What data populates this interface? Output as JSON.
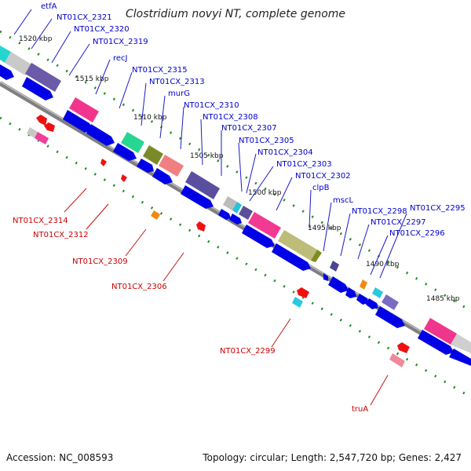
{
  "title": "Clostridium novyi NT, complete genome",
  "footer": {
    "accession": "Accession: NC_008593",
    "summary": "Topology: circular; Length: 2,547,720 bp; Genes: 2,427"
  },
  "ticks": [
    {
      "label": "1520 kbp"
    },
    {
      "label": "1515 kbp"
    },
    {
      "label": "1510 kbp"
    },
    {
      "label": "1505 kbp"
    },
    {
      "label": "1500 kbp"
    },
    {
      "label": "1495 kbp"
    },
    {
      "label": "1490 kbp"
    },
    {
      "label": "1485 kbp"
    }
  ],
  "labels_top": [
    {
      "text": "etfA"
    },
    {
      "text": "NT01CX_2321"
    },
    {
      "text": "NT01CX_2320"
    },
    {
      "text": "NT01CX_2319"
    },
    {
      "text": "recJ"
    },
    {
      "text": "NT01CX_2315"
    },
    {
      "text": "NT01CX_2313"
    },
    {
      "text": "murG"
    },
    {
      "text": "NT01CX_2310"
    },
    {
      "text": "NT01CX_2308"
    },
    {
      "text": "NT01CX_2307"
    },
    {
      "text": "NT01CX_2305"
    },
    {
      "text": "NT01CX_2304"
    },
    {
      "text": "NT01CX_2303"
    },
    {
      "text": "NT01CX_2302"
    },
    {
      "text": "clpB"
    },
    {
      "text": "mscL"
    },
    {
      "text": "NT01CX_2298"
    },
    {
      "text": "NT01CX_2297"
    },
    {
      "text": "NT01CX_2296"
    },
    {
      "text": "NT01CX_2295"
    }
  ],
  "labels_bottom": [
    {
      "text": "NT01CX_2314"
    },
    {
      "text": "NT01CX_2312"
    },
    {
      "text": "NT01CX_2309"
    },
    {
      "text": "NT01CX_2306"
    },
    {
      "text": "NT01CX_2299"
    },
    {
      "text": "truA"
    }
  ],
  "colors": {
    "backbone": "#808080",
    "label_top": "#0000cc",
    "label_bottom": "#cc0000",
    "gene_forward": "#0000e6",
    "gene_reverse": "#ee0000",
    "tick": "#228b22"
  }
}
